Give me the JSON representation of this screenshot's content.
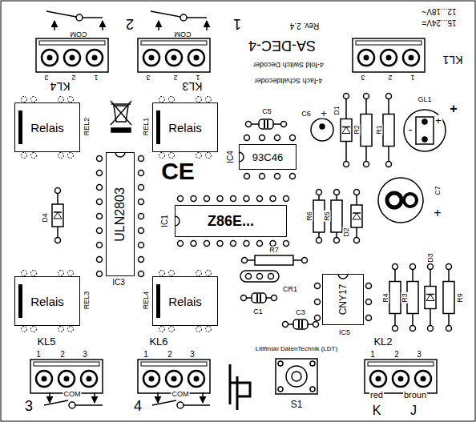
{
  "diagram": {
    "nodes": [
      {
        "text": [
          "Relais"
        ]
      },
      {
        "text": [
          "Relais"
        ]
      },
      {
        "text": [
          "93C46"
        ]
      },
      {
        "text": [
          "ULN2803"
        ]
      },
      {
        "text": [
          "Z86E..."
        ]
      },
      {
        "text": [
          "CNY17"
        ]
      },
      {
        "text": [
          "Relais"
        ]
      },
      {
        "text": [
          "Relais"
        ]
      }
    ],
    "labels": [
      "2",
      "COM",
      "1",
      "COM",
      "12...18V~",
      "15...24V=",
      "Rev. 2.4",
      "SA-DEC-4",
      "4-fold Switch Decoder",
      "4-fach Schaltdecoder",
      "KL4",
      "KL3",
      "KL1",
      "3",
      "2",
      "1",
      "3",
      "2",
      "1",
      "3",
      "2",
      "1",
      "REL2",
      "REL1",
      "C5",
      "C6",
      "+",
      "D1",
      "R2",
      "R1",
      "GL1",
      "-",
      "+",
      "+",
      "IC4",
      "CE",
      "C7",
      "+",
      "D4",
      "IC1",
      "R6",
      "R5",
      "D2",
      "R7",
      "CR1",
      "C1",
      "C3",
      "D3",
      "R4",
      "R3",
      "R9",
      "REL3",
      "REL4",
      "IC3",
      "IC5",
      "KL5",
      "KL6",
      "KL2",
      "1",
      "2",
      "3",
      "1",
      "2",
      "3",
      "1",
      "2",
      "3",
      "3",
      "COM",
      "4",
      "COM",
      "Littfinski DatenTechnik (LDT)",
      "S1",
      "red",
      "broun",
      "K",
      "J"
    ]
  }
}
